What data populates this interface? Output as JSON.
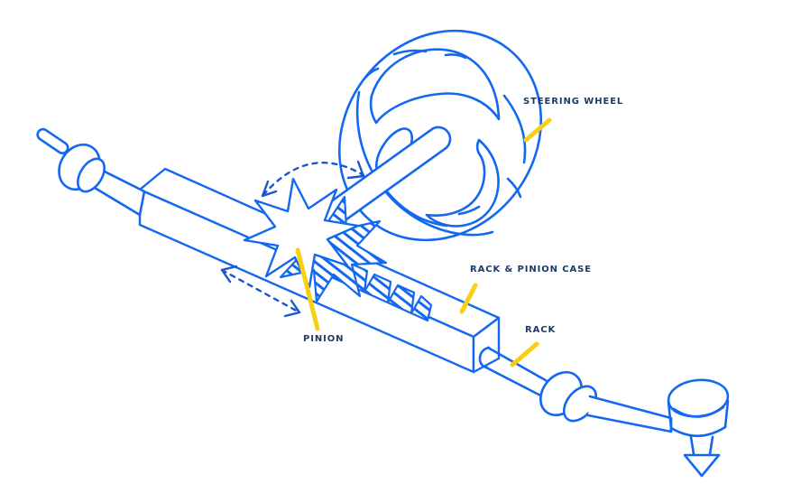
{
  "diagram": {
    "name": "rack-and-pinion-steering-diagram",
    "labels": [
      {
        "id": "steering-wheel",
        "text": "STEERING WHEEL"
      },
      {
        "id": "rack-pinion-case",
        "text": "RACK & PINION CASE"
      },
      {
        "id": "rack",
        "text": "RACK"
      },
      {
        "id": "pinion",
        "text": "PINION"
      }
    ],
    "colors": {
      "line_blue": "#1468F0",
      "dash_blue": "#1d55cc",
      "label_navy": "#1e3a66",
      "leader_yellow": "#F8CF15",
      "background": "#ffffff"
    }
  }
}
